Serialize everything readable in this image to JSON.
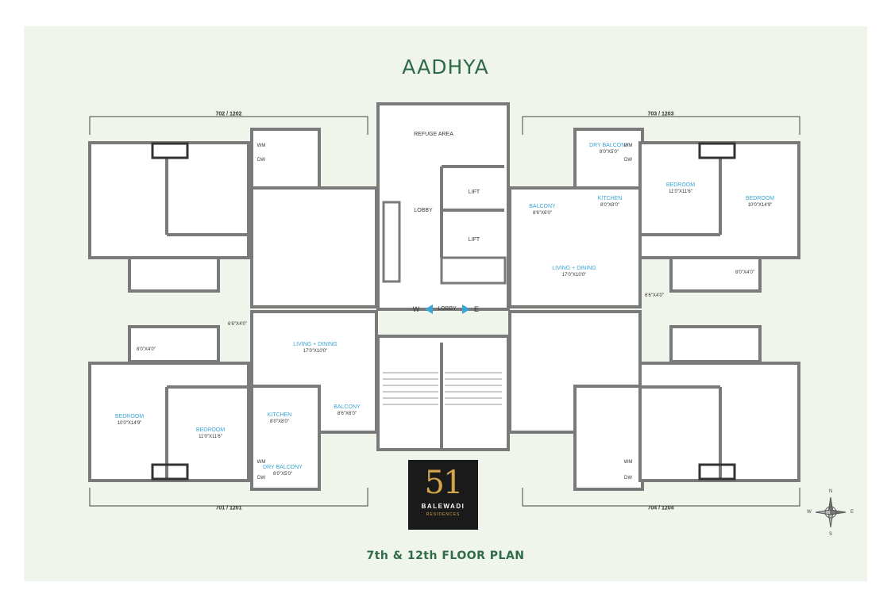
{
  "project_name": "AADHYA",
  "floor_plan_title": "7th & 12th FLOOR PLAN",
  "units": {
    "top_left": "702 / 1202",
    "top_right": "703 / 1203",
    "bottom_left": "701 / 1201",
    "bottom_right": "704 / 1204"
  },
  "core": {
    "refuge": "REFUGE AREA",
    "lift": "LIFT",
    "lobby": "LOBBY",
    "west": "W",
    "east": "E"
  },
  "rooms": {
    "bedroom": "BEDROOM",
    "living_dining": "LIVING + DINING",
    "kitchen": "KITCHEN",
    "balcony": "BALCONY",
    "dry_balcony": "DRY BALCONY",
    "wm": "WM",
    "dw": "DW"
  },
  "sizes": {
    "bed_a": "11'0\"X11'6\"",
    "bed_b": "10'0\"X14'9\"",
    "living": "17'0\"X10'0\"",
    "kitchen": "8'0\"X8'0\"",
    "balcony": "8'6\"X6'0\"",
    "dry_balcony": "8'0\"X5'0\"",
    "bath_a": "8'0\"X4'0\"",
    "bath_b": "6'6\"X4'0\""
  },
  "logo": {
    "number": "51",
    "name": "BALEWADI",
    "tagline": "RESIDENCES"
  },
  "compass": {
    "n": "N",
    "s": "S",
    "e": "E",
    "w": "W"
  },
  "colors": {
    "accent": "#2f6a4a",
    "room_label": "#3aa4d4",
    "wall": "#7a7a7a",
    "board": "#f0f5ec"
  }
}
